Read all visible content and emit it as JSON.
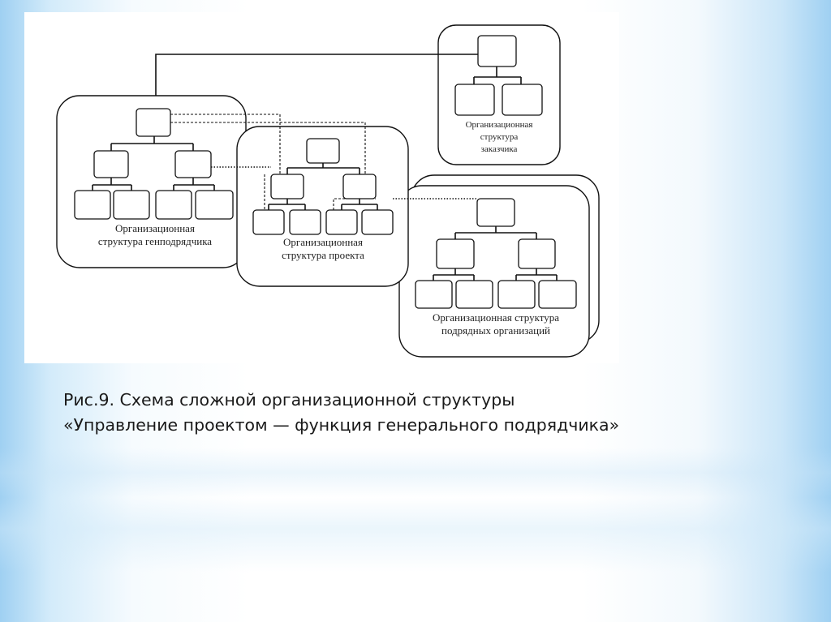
{
  "figure": {
    "labels": {
      "general_contractor": [
        "Организационная",
        "структура генподрядчика"
      ],
      "project": [
        "Организационная",
        "структура проекта"
      ],
      "customer": [
        "Организационная",
        "структура",
        "заказчика"
      ],
      "subcontractors": [
        "Организационная структура",
        "подрядных организаций"
      ]
    }
  },
  "caption": {
    "line1": "Рис.9. Схема сложной организационной структуры",
    "line2": "«Управление проектом — функция генерального подрядчика»"
  }
}
